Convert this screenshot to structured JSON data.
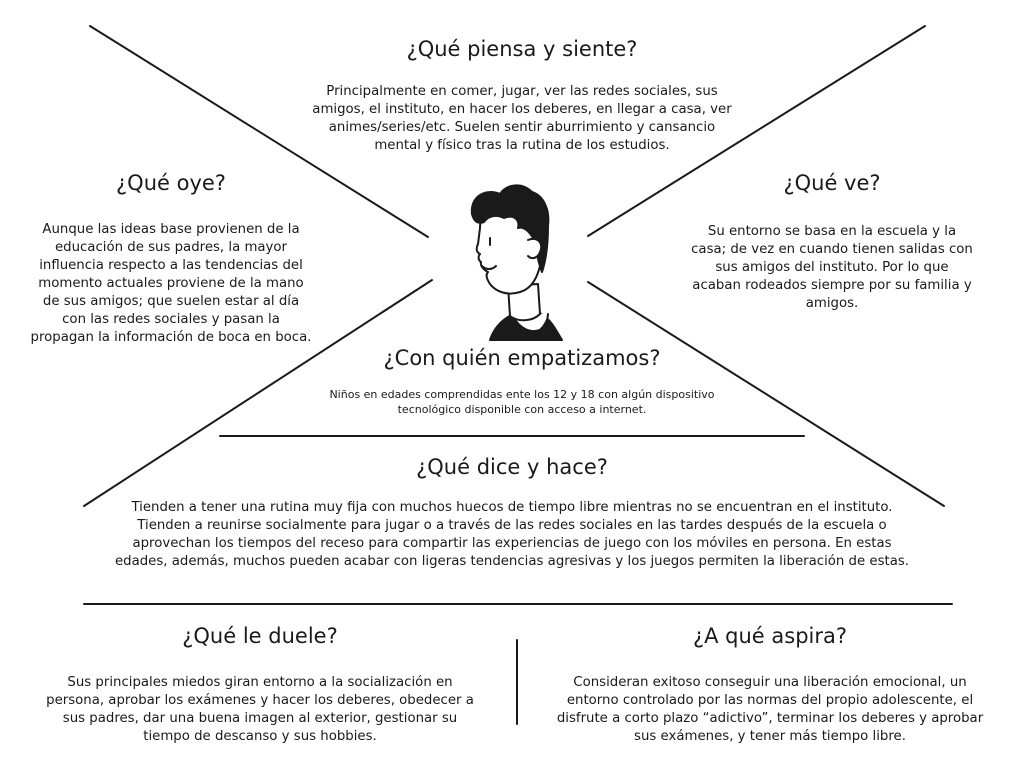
{
  "think_feel": {
    "title": "¿Qué piensa y siente?",
    "text": "Principalmente en comer, jugar, ver las redes sociales, sus amigos, el instituto, en hacer los deberes, en llegar a casa, ver animes/series/etc. Suelen sentir aburrimiento y cansancio mental y físico tras la rutina de los estudios."
  },
  "hear": {
    "title": "¿Qué oye?",
    "text": "Aunque las ideas base provienen de la educación de sus padres, la mayor influencia respecto a las tendencias del momento actuales proviene de la mano de sus amigos; que suelen estar al día con las redes sociales y pasan la propagan la información de boca en boca."
  },
  "see": {
    "title": "¿Qué ve?",
    "text": "Su entorno se basa en la escuela y la casa; de vez en cuando tienen salidas con sus amigos del instituto. Por lo que acaban rodeados siempre por su familia y amigos."
  },
  "who": {
    "title": "¿Con quién empatizamos?",
    "text": "Niños en edades comprendidas ente los 12 y 18 con algún dispositivo tecnológico disponible con acceso a internet."
  },
  "say_do": {
    "title": "¿Qué dice y hace?",
    "text": "Tienden a tener una rutina muy fija con muchos huecos de tiempo libre mientras no se encuentran en el instituto. Tienden a reunirse socialmente para jugar o a través de las redes sociales en las tardes después de la escuela o aprovechan los tiempos del receso para compartir las experiencias de juego con los móviles en persona. En estas edades, además, muchos pueden acabar con ligeras tendencias agresivas y los juegos permiten la liberación de estas."
  },
  "pain": {
    "title": "¿Qué le duele?",
    "text": "Sus principales miedos giran entorno a la socialización en persona, aprobar los exámenes y hacer los deberes, obedecer a sus padres, dar una buena imagen al exterior, gestionar su tiempo de descanso y sus hobbies."
  },
  "gain": {
    "title": "¿A qué aspira?",
    "text": "Consideran exitoso conseguir una liberación emocional, un entorno controlado por las normas del propio adolescente, el disfrute a corto plazo “adictivo”, terminar los deberes y aprobar sus exámenes, y tener más tiempo libre."
  },
  "icons": {
    "persona": "person-face-icon"
  }
}
